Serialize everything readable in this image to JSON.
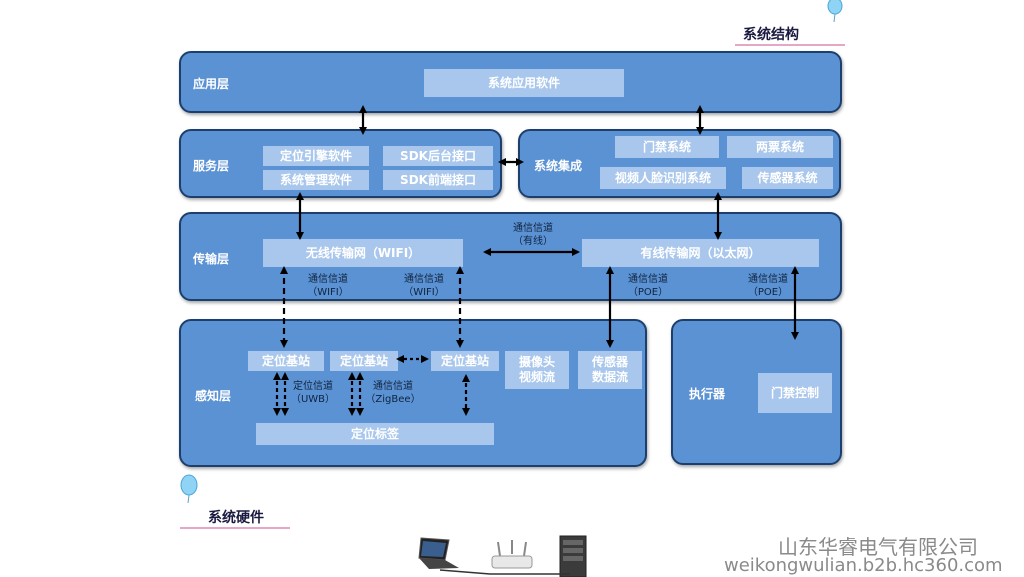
{
  "headings": {
    "architecture": "系统结构",
    "hardware": "系统硬件"
  },
  "layers": {
    "application": {
      "label": "应用层",
      "items": [
        "系统应用软件"
      ]
    },
    "service": {
      "label": "服务层",
      "items": [
        "定位引擎软件",
        "SDK后台接口",
        "系统管理软件",
        "SDK前端接口"
      ]
    },
    "integration": {
      "label": "系统集成",
      "items": [
        "门禁系统",
        "两票系统",
        "视频人脸识别系统",
        "传感器系统"
      ]
    },
    "transport": {
      "label": "传输层",
      "wireless": "无线传输网（WIFI）",
      "wired": "有线传输网（以太网）",
      "link_line1": "通信信道",
      "link_line2": "（有线）"
    },
    "sensing": {
      "label": "感知层",
      "station1": "定位基站",
      "station2": "定位基站",
      "station3": "定位基站",
      "camera_line1": "摄像头",
      "camera_line2": "视频流",
      "sensor_line1": "传感器",
      "sensor_line2": "数据流",
      "tag": "定位标签"
    },
    "actuator": {
      "label": "执行器",
      "item": "门禁控制"
    }
  },
  "channels": {
    "wifi1_line1": "通信信道",
    "wifi1_line2": "（WIFI）",
    "wifi2_line1": "通信信道",
    "wifi2_line2": "（WIFI）",
    "poe1_line1": "通信信道",
    "poe1_line2": "（POE）",
    "poe2_line1": "通信信道",
    "poe2_line2": "（POE）",
    "uwb_line1": "定位信道",
    "uwb_line2": "（UWB）",
    "zigbee_line1": "通信信道",
    "zigbee_line2": "（ZigBee）"
  },
  "watermark": {
    "company": "山东华睿电气有限公司",
    "url": "weikongwulian.b2b.hc360.com"
  },
  "icons": [
    "balloon-icon",
    "laptop-icon",
    "router-icon",
    "server-icon"
  ],
  "colors": {
    "layer_fill": "#5b92d3",
    "layer_border": "#1d3f6e",
    "box_fill": "#a9c7ec",
    "heading_underline": "#e6a6c6"
  }
}
